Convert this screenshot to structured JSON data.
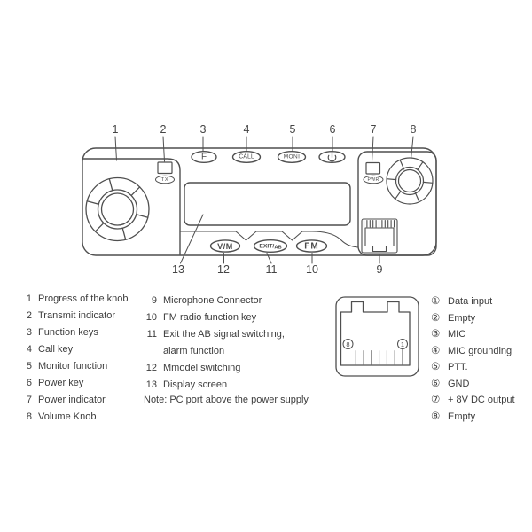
{
  "colors": {
    "ink": "#4f4f4f",
    "text": "#3a3a3a",
    "background": "#ffffff"
  },
  "device": {
    "top_buttons": {
      "f": "F",
      "call": "CALL",
      "moni": "MONI"
    },
    "indicators": {
      "tx": "TX",
      "pwr": "PWR"
    },
    "bottom_buttons": {
      "vm": "V/M",
      "exit_main": "EXIT/",
      "exit_sub": "AB",
      "fm": "FM"
    }
  },
  "callouts": {
    "top": [
      "1",
      "2",
      "3",
      "4",
      "5",
      "6",
      "7",
      "8"
    ],
    "bottom": [
      "13",
      "12",
      "11",
      "10",
      "9"
    ]
  },
  "legend_left": {
    "items": [
      {
        "num": "1",
        "label": "Progress of the knob"
      },
      {
        "num": "2",
        "label": "Transmit indicator"
      },
      {
        "num": "3",
        "label": "Function keys"
      },
      {
        "num": "4",
        "label": "Call key"
      },
      {
        "num": "5",
        "label": "Monitor function"
      },
      {
        "num": "6",
        "label": "Power key"
      },
      {
        "num": "7",
        "label": "Power indicator"
      },
      {
        "num": "8",
        "label": "Volume Knob"
      }
    ]
  },
  "legend_mid": {
    "items": [
      {
        "num": "9",
        "label": "Microphone Connector"
      },
      {
        "num": "10",
        "label": "FM radio function key"
      },
      {
        "num": "11",
        "label": "Exit the AB signal switching,"
      },
      {
        "num": "",
        "label": "alarm function"
      },
      {
        "num": "12",
        "label": "Mmodel switching"
      },
      {
        "num": "13",
        "label": "Display screen"
      }
    ],
    "note": "Note: PC port above the power supply"
  },
  "rj45": {
    "jack_left_pin": "8",
    "jack_right_pin": "1",
    "pins": [
      {
        "num": "①",
        "label": "Data input"
      },
      {
        "num": "②",
        "label": "Empty"
      },
      {
        "num": "③",
        "label": "MIC"
      },
      {
        "num": "④",
        "label": "MIC grounding"
      },
      {
        "num": "⑤",
        "label": "PTT."
      },
      {
        "num": "⑥",
        "label": "GND"
      },
      {
        "num": "⑦",
        "label": "+ 8V DC output"
      },
      {
        "num": "⑧",
        "label": "Empty"
      }
    ]
  }
}
